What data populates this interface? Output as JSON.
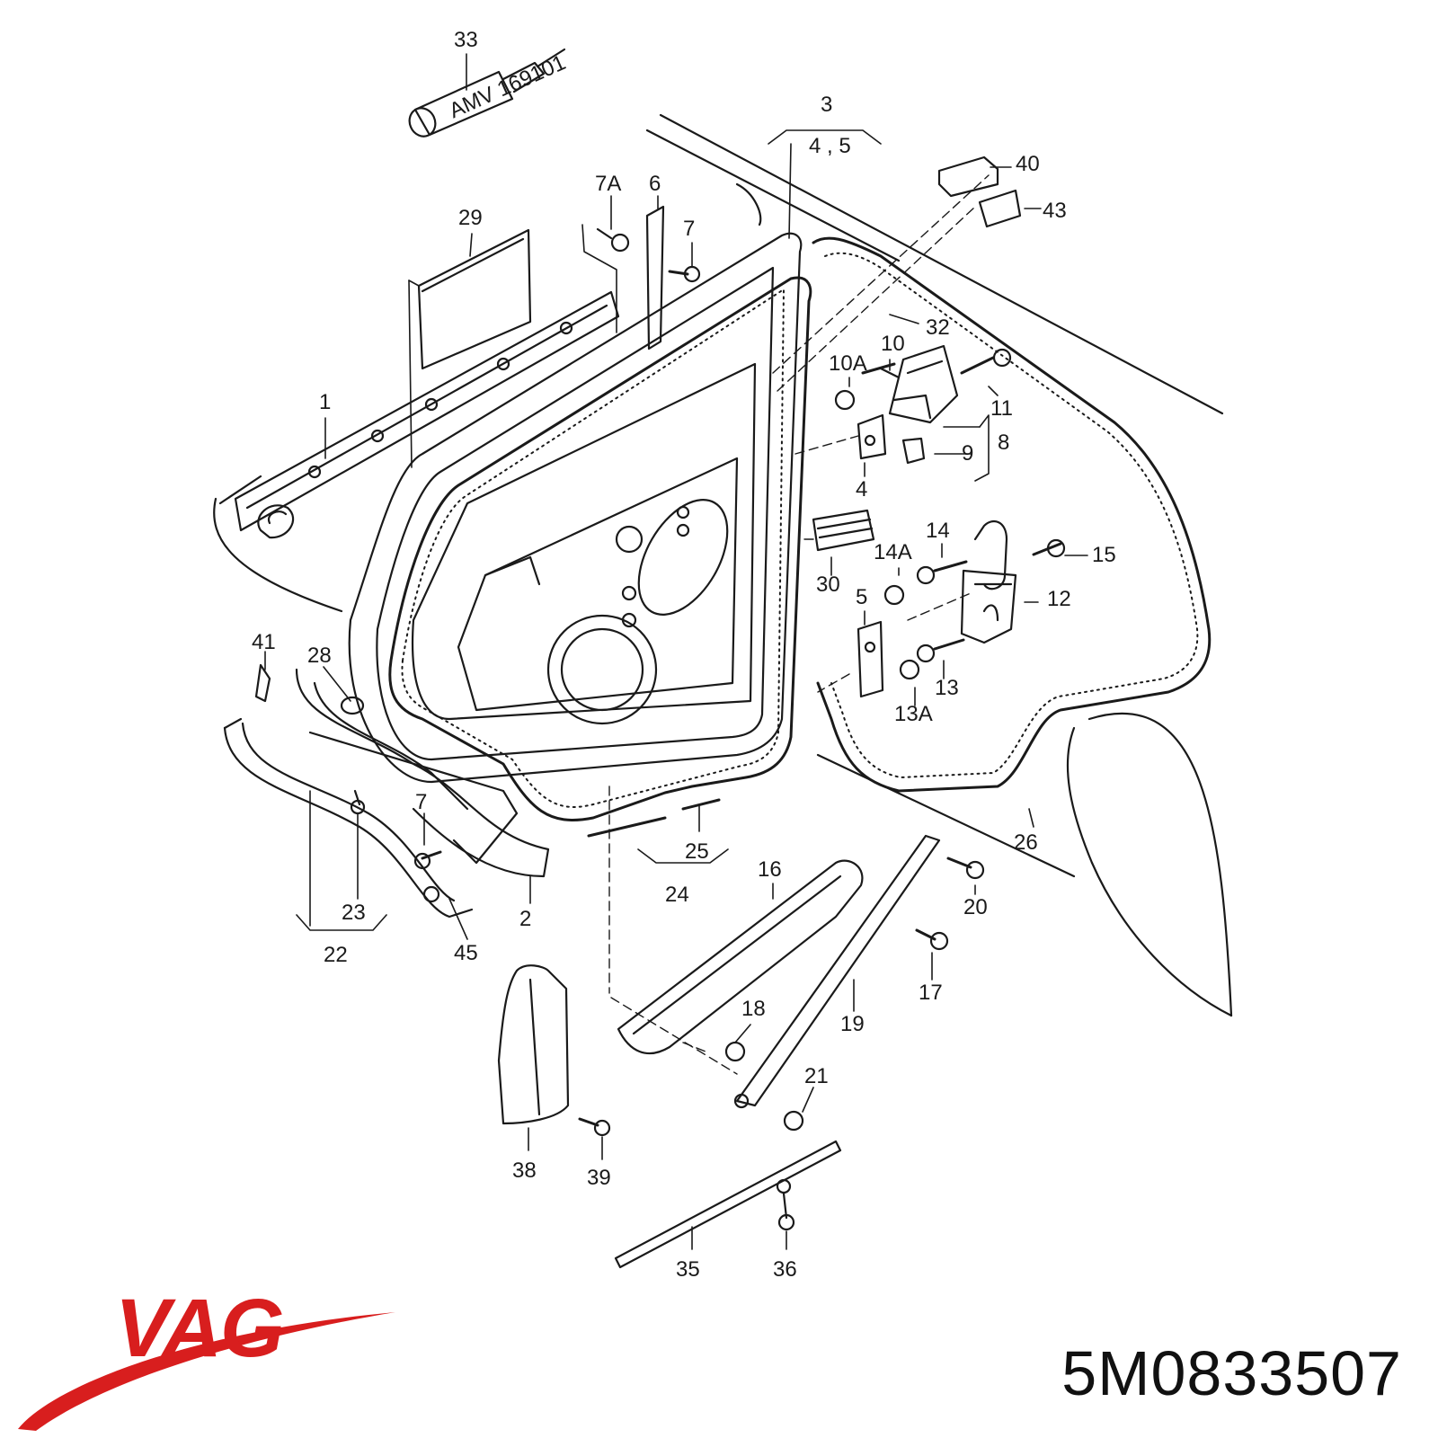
{
  "brand": {
    "name": "VAG",
    "color": "#d81e1e"
  },
  "part_number": "5M0833507",
  "tube_text": "AMV 169101",
  "callouts": [
    {
      "id": "33",
      "text": "33"
    },
    {
      "id": "3",
      "text": "3"
    },
    {
      "id": "4-5",
      "text": "4 , 5"
    },
    {
      "id": "40",
      "text": "40"
    },
    {
      "id": "43",
      "text": "43"
    },
    {
      "id": "7A",
      "text": "7A"
    },
    {
      "id": "6",
      "text": "6"
    },
    {
      "id": "7-top",
      "text": "7"
    },
    {
      "id": "29",
      "text": "29"
    },
    {
      "id": "32",
      "text": "32"
    },
    {
      "id": "10A",
      "text": "10A"
    },
    {
      "id": "10",
      "text": "10"
    },
    {
      "id": "11",
      "text": "11"
    },
    {
      "id": "1",
      "text": "1"
    },
    {
      "id": "8",
      "text": "8"
    },
    {
      "id": "9",
      "text": "9"
    },
    {
      "id": "4",
      "text": "4"
    },
    {
      "id": "14",
      "text": "14"
    },
    {
      "id": "14A",
      "text": "14A"
    },
    {
      "id": "15",
      "text": "15"
    },
    {
      "id": "30",
      "text": "30"
    },
    {
      "id": "12",
      "text": "12"
    },
    {
      "id": "5",
      "text": "5"
    },
    {
      "id": "41",
      "text": "41"
    },
    {
      "id": "28",
      "text": "28"
    },
    {
      "id": "13",
      "text": "13"
    },
    {
      "id": "13A",
      "text": "13A"
    },
    {
      "id": "7-low",
      "text": "7"
    },
    {
      "id": "25",
      "text": "25"
    },
    {
      "id": "26",
      "text": "26"
    },
    {
      "id": "24",
      "text": "24"
    },
    {
      "id": "16",
      "text": "16"
    },
    {
      "id": "23",
      "text": "23"
    },
    {
      "id": "2",
      "text": "2"
    },
    {
      "id": "20",
      "text": "20"
    },
    {
      "id": "22",
      "text": "22"
    },
    {
      "id": "45",
      "text": "45"
    },
    {
      "id": "17",
      "text": "17"
    },
    {
      "id": "18",
      "text": "18"
    },
    {
      "id": "19",
      "text": "19"
    },
    {
      "id": "21",
      "text": "21"
    },
    {
      "id": "38",
      "text": "38"
    },
    {
      "id": "39",
      "text": "39"
    },
    {
      "id": "35",
      "text": "35"
    },
    {
      "id": "36",
      "text": "36"
    }
  ]
}
